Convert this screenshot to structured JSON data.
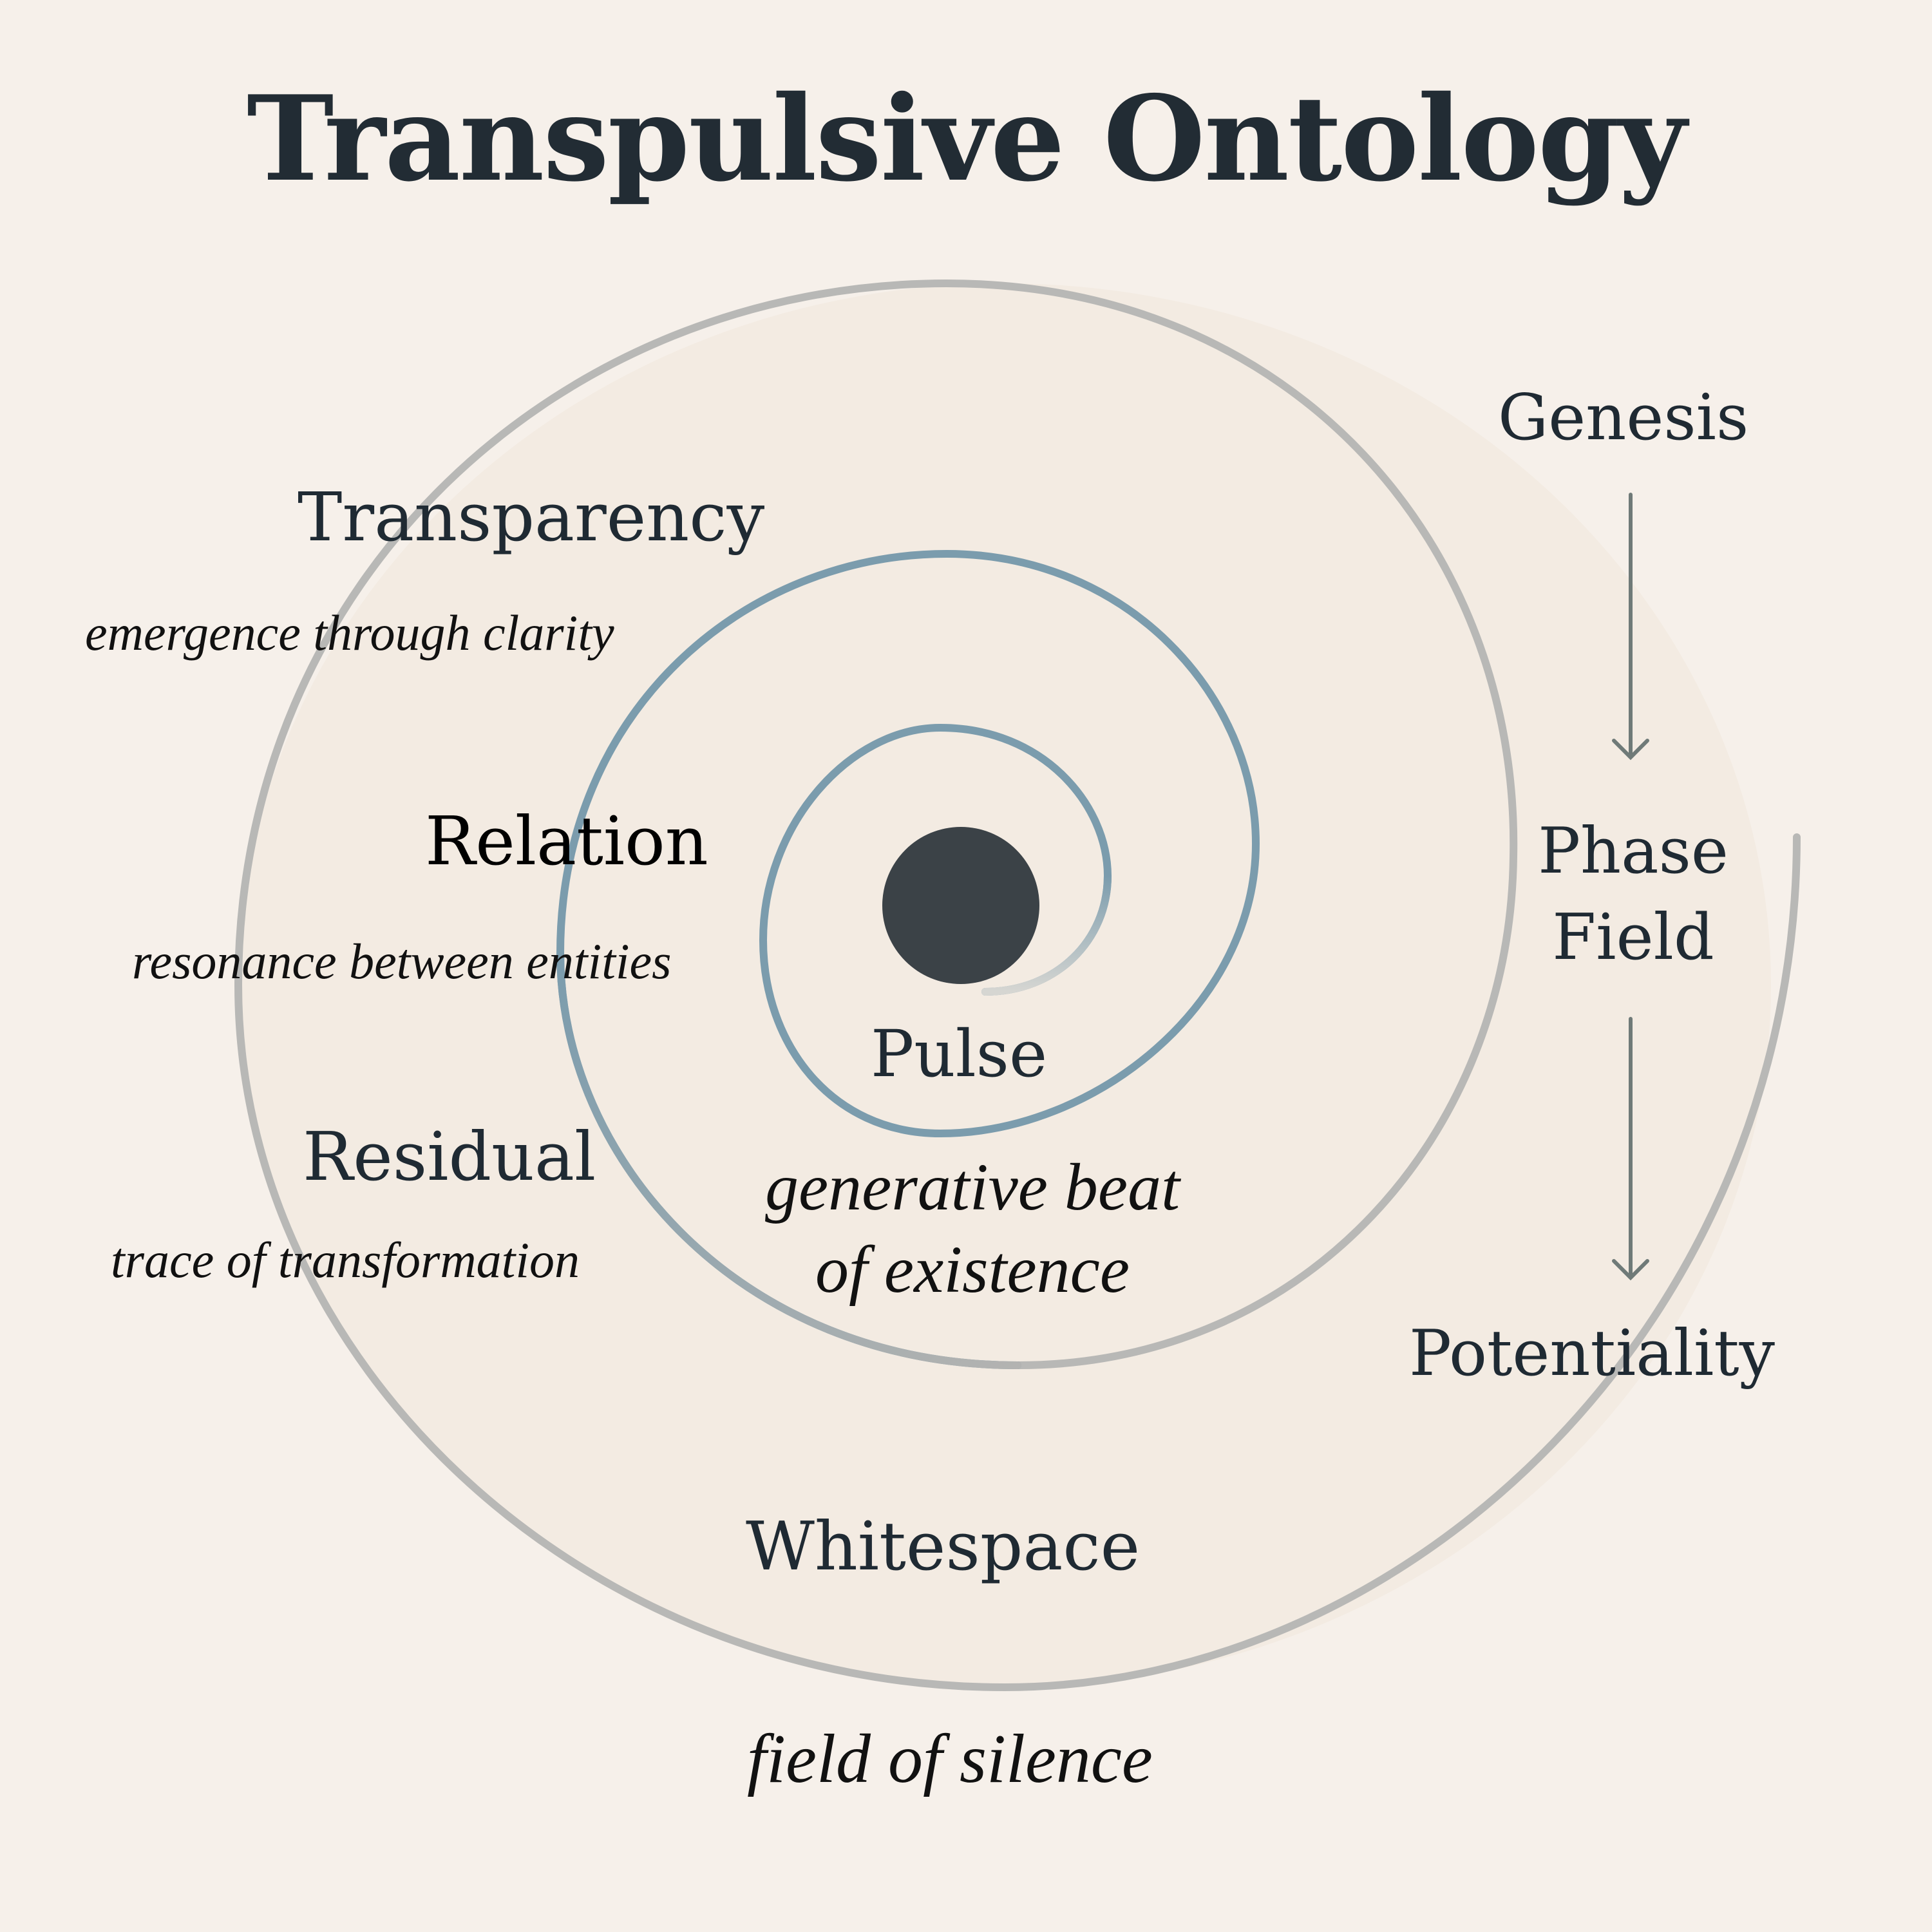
{
  "title": "Transpulsive Ontology",
  "colors": {
    "background": "#f6f0ea",
    "inner_fill": "#f3ebe3",
    "spiral_blue": "#7b9cad",
    "spiral_gray": "#b8b8b6",
    "core": "#3b4247",
    "text": "#1f2a33",
    "arrow": "#6f7a78"
  },
  "nodes": {
    "pulse": {
      "label": "Pulse",
      "description_line1": "generative beat",
      "description_line2": "of existence"
    },
    "relation": {
      "label": "Relation",
      "description": "resonance between entities"
    },
    "transparency": {
      "label": "Transparency",
      "description": "emergence through clarity"
    },
    "residual": {
      "label": "Residual",
      "description": "trace of transformation"
    },
    "whitespace": {
      "label": "Whitespace",
      "description": "field of silence"
    }
  },
  "flow": {
    "steps": [
      {
        "label": "Genesis"
      },
      {
        "label_line1": "Phase",
        "label_line2": "Field"
      },
      {
        "label": "Potentiality"
      }
    ],
    "arrow_icon": "arrow-down-icon"
  },
  "core_icon": "filled-circle-core-icon"
}
